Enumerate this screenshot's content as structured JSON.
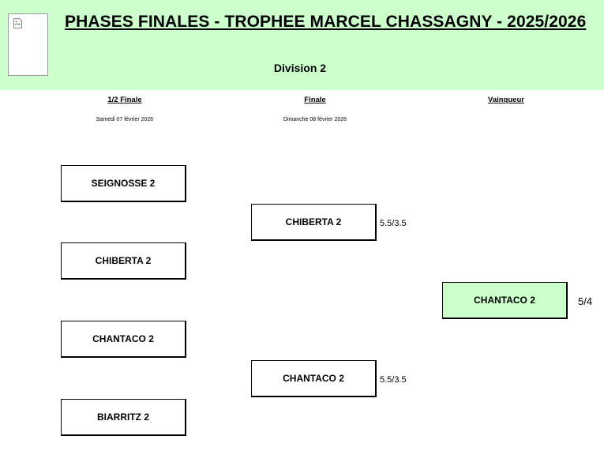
{
  "header": {
    "title": "PHASES FINALES - TROPHEE MARCEL CHASSAGNY - 2025/2026",
    "division": "Division 2",
    "logo_icon": "broken-image-icon"
  },
  "columns": {
    "semis": {
      "label": "1/2 Finale",
      "date": "Samedi 07 février 2026"
    },
    "final": {
      "label": "Finale",
      "date": "Dimanche 08 février 2026"
    },
    "winner": {
      "label": "Vainqueur"
    }
  },
  "semis": [
    "SEIGNOSSE 2",
    "CHIBERTA 2",
    "CHANTACO 2",
    "BIARRITZ 2"
  ],
  "finalists": [
    {
      "team": "CHIBERTA 2",
      "score": "5.5/3.5"
    },
    {
      "team": "CHANTACO 2",
      "score": "5.5/3.5"
    }
  ],
  "champion": {
    "team": "CHANTACO 2",
    "score": "5/4"
  },
  "colors": {
    "header_bg": "#ccffcc",
    "winner_bg": "#ccffcc"
  }
}
